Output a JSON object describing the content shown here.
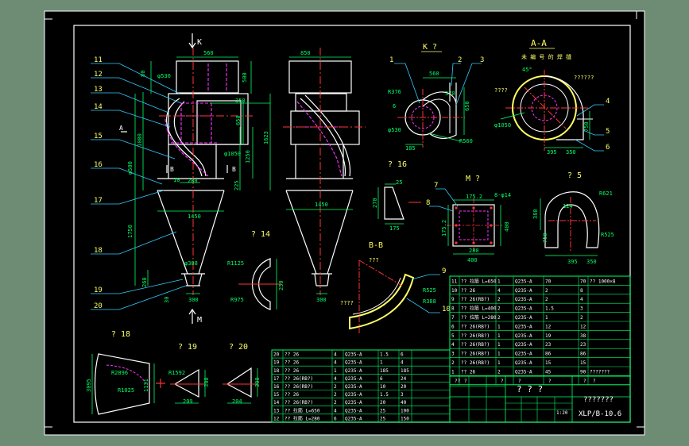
{
  "colors": {
    "background": "#6e8b74",
    "sheet": "#000000",
    "border": "#ffffff",
    "view_line": "#ffffff",
    "hidden": "#ff33ff",
    "center": "#ff3333",
    "dimension": "#00ff66",
    "label": "#ffff66",
    "leader": "#33ccff",
    "table": "#00ff66"
  },
  "view_titles": {
    "k_view": "K ?",
    "section_aa": "A-A",
    "section_aa_sub": "未 编 号 的 焊 缝",
    "detail_16": "? 16",
    "detail_m": "M ?",
    "detail_5": "? 5",
    "detail_14": "? 14",
    "section_bb": "B-B",
    "detail_18": "? 18",
    "detail_19": "? 19",
    "detail_20": "? 20",
    "arrow_k": "K",
    "arrow_m": "M",
    "mark_a": "A",
    "mark_b1": "B",
    "mark_b2": "B"
  },
  "part_numbers_front": [
    "11",
    "12",
    "13",
    "14",
    "15",
    "16",
    "17",
    "18",
    "19",
    "20"
  ],
  "part_numbers_k": [
    "1",
    "2",
    "3"
  ],
  "part_numbers_aa": [
    "4",
    "5",
    "6"
  ],
  "part_numbers_m": [
    "7",
    "8"
  ],
  "part_numbers_bb": [
    "9",
    "10"
  ],
  "dims": {
    "front_top": "560",
    "front_phi530": "φ530",
    "front_80": "80",
    "front_500": "500",
    "front_350": "350",
    "front_650": "650",
    "front_1050": "φ1050",
    "front_1250": "1250",
    "front_1080": "1080",
    "front_4500": "φ500",
    "front_1750": "1750",
    "front_225": "225",
    "front_280": "280",
    "front_1450": "1450",
    "front_300": "300",
    "front_260": "260",
    "front_30": "30",
    "front_388": "φ388",
    "front_10": "10",
    "front_1623": "1623",
    "side_850": "850",
    "side_1450": "1450",
    "side_300": "300",
    "k_560": "560",
    "k_r376": "R376",
    "k_370": "370",
    "k_650": "650",
    "k_530": "φ530",
    "k_185": "185",
    "k_r560": "R560",
    "k_6": "6",
    "aa_1050": "φ1050",
    "aa_395": "395",
    "aa_350": "350",
    "aa_750": "750",
    "aa_45": "45°",
    "aa_weld": "??????",
    "aa_q": "????",
    "d16_25": "25",
    "d16_270": "270",
    "d16_175": "175",
    "m_175_2": "175.2",
    "m_8phi14": "8-φ14",
    "m_400": "400",
    "m_280": "280",
    "d5_r621": "R621",
    "d5_124": "124",
    "d5_380": "380",
    "d5_750": "750",
    "d5_r525": "R525",
    "d5_395": "395",
    "d5_350": "350",
    "d14_r1125": "R1125",
    "d14_r975": "R975",
    "d14_250": "250",
    "bb_q": "???",
    "bb_r525": "R525",
    "bb_r388": "R388",
    "bb_rq": "????",
    "d18_r2896": "R2896",
    "d18_r1025": "R1025",
    "d18_3095": "3095",
    "d18_1131": "1131",
    "d19_r1592": "R1592",
    "d19_300": "300",
    "d19_209": "209",
    "d20_300": "300",
    "d20_204": "204"
  },
  "bom_right": [
    [
      "11",
      "?? 拉筋 L=650",
      "1",
      "Q235-A",
      "70",
      "70",
      "?? 1000×8"
    ],
    [
      "10",
      "?? 26",
      "4",
      "Q235-A",
      "2",
      "8",
      ""
    ],
    [
      "9",
      "?? 26(RB?)",
      "2",
      "Q235-A",
      "2",
      "4",
      ""
    ],
    [
      "8",
      "?? 拉筋 L=400",
      "2",
      "Q235-A",
      "1.5",
      "3",
      ""
    ],
    [
      "7",
      "?? 拉筋 L=280",
      "2",
      "Q235-A",
      "1",
      "2",
      ""
    ],
    [
      "6",
      "?? 26(RB?)",
      "1",
      "Q235-A",
      "12",
      "12",
      ""
    ],
    [
      "5",
      "?? 26(RB?)",
      "1",
      "Q235-A",
      "19",
      "38",
      ""
    ],
    [
      "4",
      "?? 26(RB?)",
      "1",
      "Q235-A",
      "23",
      "23",
      ""
    ],
    [
      "3",
      "?? 26(RB?)",
      "1",
      "Q235-A",
      "86",
      "86",
      ""
    ],
    [
      "2",
      "?? 26(RB?)",
      "1",
      "Q235-A",
      "15",
      "15",
      ""
    ],
    [
      "1",
      "?? 26",
      "2",
      "Q235-A",
      "45",
      "90",
      "???????"
    ]
  ],
  "bom_right_header": [
    "??",
    "?",
    "?",
    "?",
    "?",
    "?",
    "?"
  ],
  "bom_left": [
    [
      "20",
      "?? 26",
      "4",
      "Q235-A",
      "1.5",
      "6"
    ],
    [
      "19",
      "?? 26",
      "4",
      "Q235-A",
      "1",
      "4"
    ],
    [
      "18",
      "?? 26",
      "1",
      "Q235-A",
      "185",
      "185"
    ],
    [
      "17",
      "?? 26(RB?)",
      "4",
      "Q235-A",
      "6",
      "24"
    ],
    [
      "16",
      "?? 26(RB?)",
      "2",
      "Q235-A",
      "10",
      "20"
    ],
    [
      "15",
      "?? 26",
      "2",
      "Q235-A",
      "1.5",
      "3"
    ],
    [
      "14",
      "?? 26(RB?)",
      "2",
      "Q235-A",
      "20",
      "40"
    ],
    [
      "13",
      "?? 拉筋 L=650",
      "4",
      "Q235-A",
      "25",
      "100"
    ],
    [
      "12",
      "?? 拉筋 L=280",
      "6",
      "Q235-A",
      "25",
      "150"
    ]
  ],
  "title_block": {
    "name": "? ? ?",
    "company": "???????",
    "drawing_no": "XLP/B-10.6",
    "scale": "1:20",
    "cells": [
      "??",
      "??",
      "??",
      "?",
      "?",
      "?"
    ]
  }
}
